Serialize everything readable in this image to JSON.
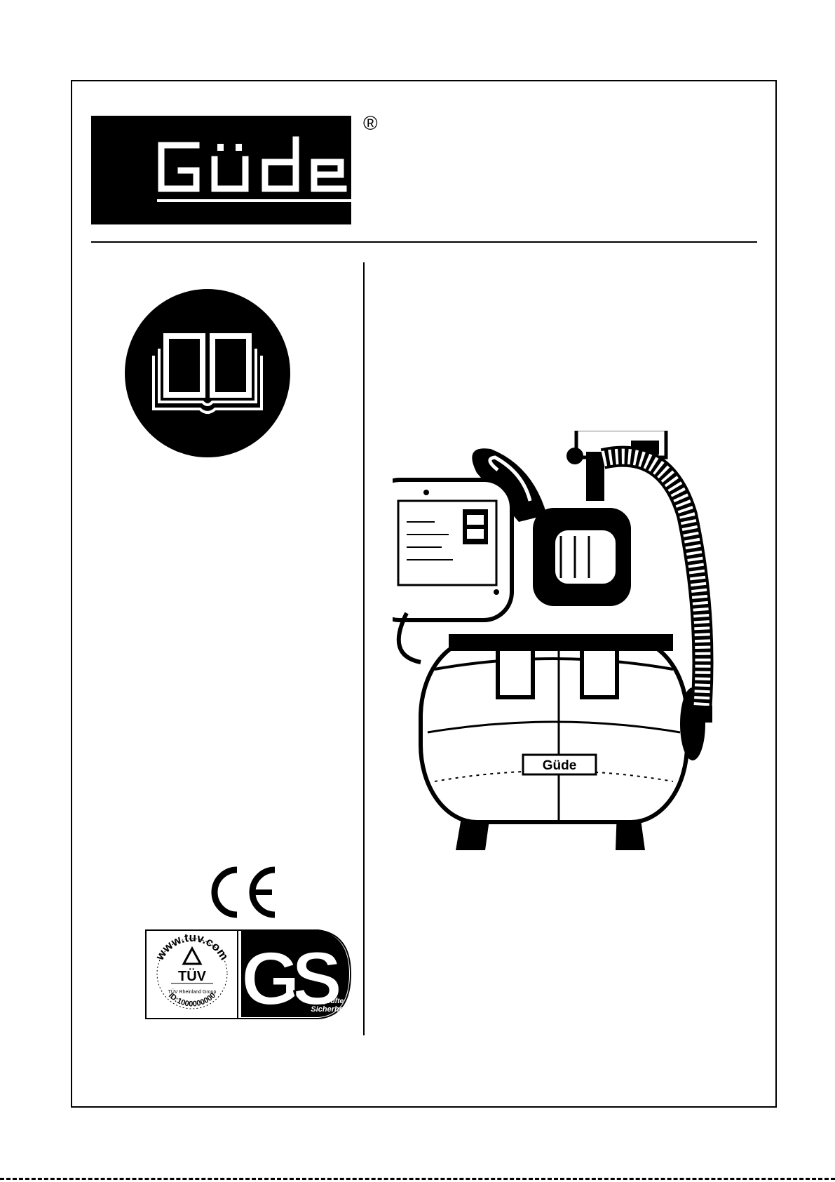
{
  "brand": {
    "logo_text": "Güde",
    "registered_mark": "®"
  },
  "icons": {
    "manual": "read-manual-icon",
    "ce": "ce-mark",
    "tuv": "tuv-rheinland-seal",
    "gs": "gs-geprufte-sicherheit-seal"
  },
  "certification": {
    "tuv_url": "www.tuv.com",
    "tuv_name": "TÜV",
    "tuv_group": "TÜV Rheinland Group",
    "tuv_id": "ID:1000000000",
    "gs_letters": "GS",
    "gs_line1": "geprüfte",
    "gs_line2": "Sicherheit"
  },
  "product_image": {
    "badge_text": "Güde"
  },
  "colors": {
    "ink": "#000000",
    "paper": "#ffffff"
  }
}
